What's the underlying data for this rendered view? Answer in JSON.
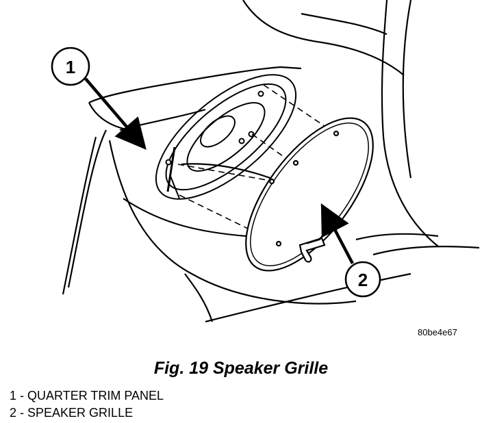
{
  "callouts": [
    {
      "number": "1"
    },
    {
      "number": "2"
    }
  ],
  "figure_code": "80be4e67",
  "caption": "Fig. 19 Speaker Grille",
  "legend": [
    {
      "number": "1",
      "separator": " - ",
      "label": "QUARTER TRIM PANEL"
    },
    {
      "number": "2",
      "separator": " - ",
      "label": "SPEAKER GRILLE"
    }
  ]
}
